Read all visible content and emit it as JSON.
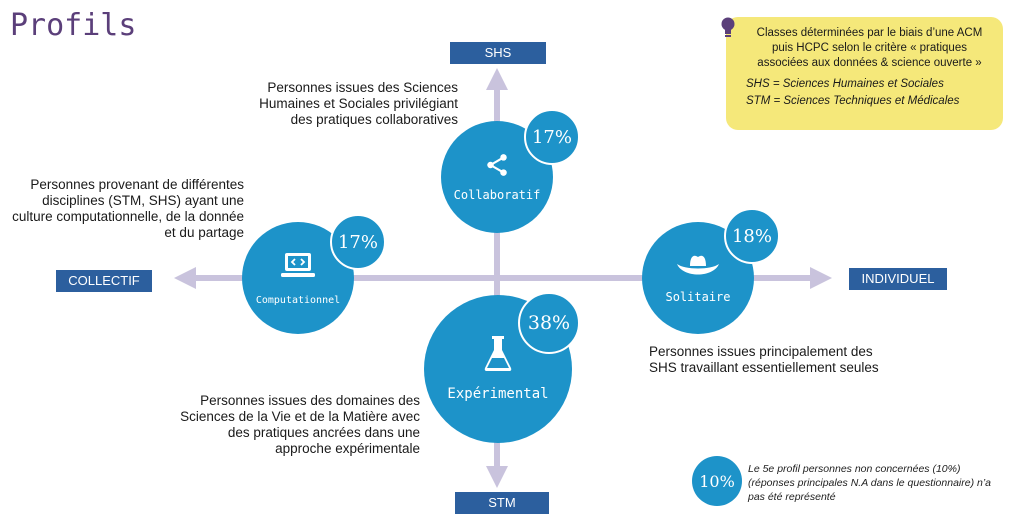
{
  "title": "Profils",
  "axes": {
    "top": "SHS",
    "bottom": "STM",
    "left": "COLLECTIF",
    "right": "INDIVIDUEL"
  },
  "profiles": {
    "collaboratif": {
      "name": "Collaboratif",
      "percent": "17%",
      "description": "Personnes issues des Sciences Humaines et Sociales privilégiant des pratiques collaboratives"
    },
    "computationnel": {
      "name": "Computationnel",
      "percent": "17%",
      "description": "Personnes provenant de différentes disciplines (STM, SHS) ayant une culture computationnelle, de la donnée et du partage"
    },
    "solitaire": {
      "name": "Solitaire",
      "percent": "18%",
      "description": "Personnes issues principalement des SHS travaillant essentiellement seules"
    },
    "experimental": {
      "name": "Expérimental",
      "percent": "38%",
      "description": "Personnes issues des domaines des Sciences de la Vie et de la Matière avec des pratiques ancrées dans une approche expérimentale"
    }
  },
  "note": {
    "line1": "Classes déterminées par le biais d’une ACM puis HCPC selon le critère « pratiques associées aux données & science ouverte »",
    "def1": "SHS = Sciences Humaines et Sociales",
    "def2": "STM = Sciences Techniques et Médicales"
  },
  "fifth": {
    "percent": "10%",
    "text": "Le 5e profil personnes non concernées (10%) (réponses principales N.A dans le questionnaire) n’a pas été représenté"
  },
  "colors": {
    "circle": "#1d93c9",
    "axis": "#c9c3dd",
    "label": "#2c5f9e",
    "note": "#f5e87a",
    "title": "#5b3f7a"
  }
}
